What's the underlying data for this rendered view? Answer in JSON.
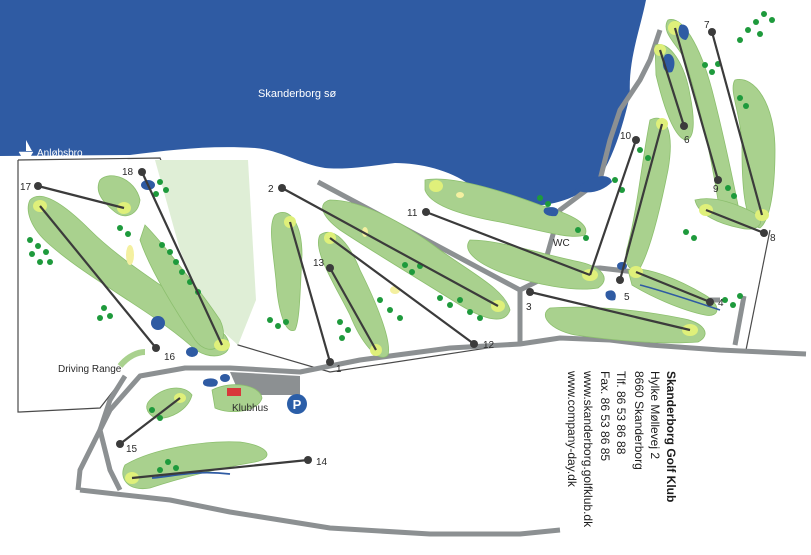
{
  "lake": {
    "name": "Skanderborg sø",
    "color": "#2f5ba3"
  },
  "places": {
    "harbour": "Anløbsbro",
    "driving_range": "Driving Range",
    "clubhouse": "Klubhus",
    "parking": "P",
    "toilet": "WC"
  },
  "holes": [
    "1",
    "2",
    "3",
    "4",
    "5",
    "6",
    "7",
    "8",
    "9",
    "10",
    "11",
    "12",
    "13",
    "14",
    "15",
    "16",
    "17",
    "18"
  ],
  "club": {
    "name": "Skanderborg Golf Klub",
    "address_line": "Hylke Møllevej 2",
    "city_line": "8660 Skanderborg",
    "phone_line": "Tlf. 86 53 86 88",
    "fax_line": "Fax. 86 53 86 85",
    "web_1": "www.skanderborg.golfklub.dk",
    "web_2": "www.company-day.dk"
  },
  "colors": {
    "fairway": "#a9d18e",
    "trees": "#1e9a3c",
    "road": "#8c9092",
    "clubhouse": "#d8383a",
    "parking": "#2b5ea8"
  }
}
